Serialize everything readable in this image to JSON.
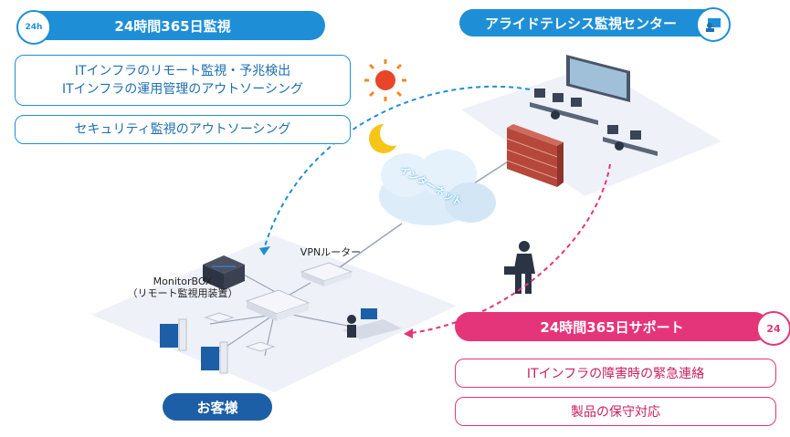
{
  "monitoring": {
    "header": "24時間365日監視",
    "badge_text": "24h",
    "items": [
      "ITインフラのリモート監視・予兆検出",
      "ITインフラの運用管理のアウトソーシング"
    ],
    "security": "セキュリティ監視のアウトソーシング"
  },
  "center": {
    "label": "アライドテレシス監視センター"
  },
  "internet": {
    "label": "インターネット"
  },
  "vpn": {
    "label": "VPNルーター"
  },
  "monitor_box": {
    "label_line1": "MonitorBOX",
    "label_line2": "（リモート監視用装置）"
  },
  "customer": {
    "label": "お客様"
  },
  "support": {
    "header": "24時間365日サポート",
    "badge_text": "24",
    "items": [
      "ITインフラの障害時の緊急連絡",
      "製品の保守対応"
    ]
  },
  "colors": {
    "blue": "#1e8fd6",
    "pink": "#e5357a",
    "platform": "#eef1f8"
  }
}
